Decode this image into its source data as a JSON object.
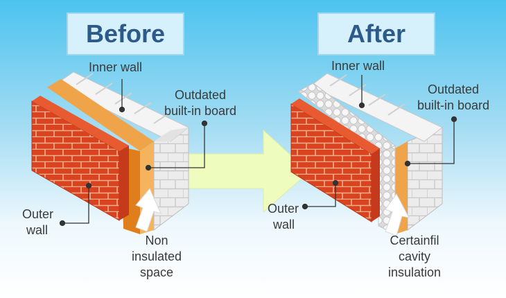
{
  "before": {
    "title": "Before",
    "labels": {
      "inner_wall": "Inner wall",
      "board_line1": "Outdated",
      "board_line2": "built-in board",
      "outer_wall_line1": "Outer",
      "outer_wall_line2": "wall",
      "space_line1": "Non",
      "space_line2": "insulated",
      "space_line3": "space"
    }
  },
  "after": {
    "title": "After",
    "labels": {
      "inner_wall": "Inner wall",
      "board_line1": "Outdated",
      "board_line2": "built-in board",
      "outer_wall_line1": "Outer",
      "outer_wall_line2": "wall",
      "insulation_line1": "Certainfil",
      "insulation_line2": "cavity",
      "insulation_line3": "insulation"
    }
  },
  "colors": {
    "brick": "#d9431f",
    "mortar": "#f3b08f",
    "board": "#e07e1c",
    "inner_block": "#e9e9e9",
    "arrow": "#eefcbd",
    "title_text": "#2c5a8a"
  }
}
